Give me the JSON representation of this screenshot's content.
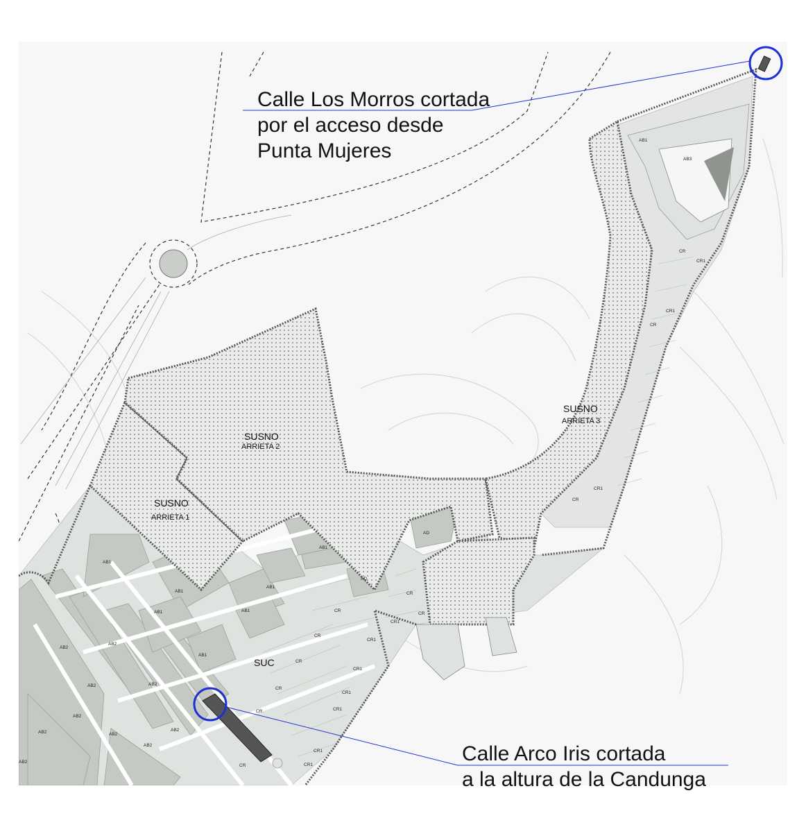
{
  "callouts": {
    "morros_line1": "Calle Los Morros cortada",
    "morros_line2": "por el acceso desde",
    "morros_line3": "Punta Mujeres",
    "arco_line1": "Calle Arco Iris cortada",
    "arco_line2": "a la altura de la Candunga"
  },
  "zones": {
    "arrieta2_title": "SUSNO",
    "arrieta2_sub": "ARRIETA 2",
    "arrieta1_title": "SUSNO",
    "arrieta1_sub": "ARRIETA 1",
    "arrieta3_title": "SUSNO",
    "arrieta3_sub": "ARRIETA 3",
    "suc": "SUC"
  },
  "parcel_codes": [
    "AB1",
    "AB3",
    "CR",
    "CR1",
    "CR1",
    "CR",
    "CR1",
    "CR",
    "AD",
    "AD",
    "AB1",
    "AB1",
    "AB1",
    "AB1",
    "AB1",
    "AB1",
    "AB1",
    "CR",
    "CR",
    "CR",
    "CR1",
    "CR1",
    "CR",
    "CR1",
    "CR",
    "CR",
    "CR1",
    "CR1",
    "CR",
    "CR1",
    "AB2",
    "AB2",
    "AB2",
    "AB2",
    "AB2",
    "AB2",
    "AB2",
    "AB2",
    "AB2",
    "AB2",
    "CR",
    "CR1"
  ],
  "colors": {
    "callout_line": "#1f2fd6",
    "boundary": "#555555",
    "urban_fill": "#d4d9d4",
    "block_fill": "#b9c0b8"
  }
}
